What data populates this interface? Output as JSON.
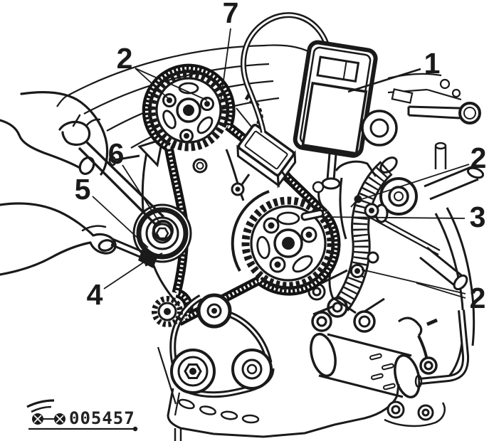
{
  "figure": {
    "kind": "engine-timing-belt-technical-illustration",
    "code": "005457",
    "background_color": "#ffffff",
    "line_color": "#1a1a1a"
  },
  "callouts": [
    {
      "id": "callout-1-tension-gauge",
      "label": "1"
    },
    {
      "id": "callout-2-upper-sprocket",
      "label": "2"
    },
    {
      "id": "callout-2-right",
      "label": "2"
    },
    {
      "id": "callout-2-lower",
      "label": "2"
    },
    {
      "id": "callout-3",
      "label": "3"
    },
    {
      "id": "callout-4",
      "label": "4"
    },
    {
      "id": "callout-5",
      "label": "5"
    },
    {
      "id": "callout-6",
      "label": "6"
    },
    {
      "id": "callout-7-belt",
      "label": "7"
    }
  ]
}
